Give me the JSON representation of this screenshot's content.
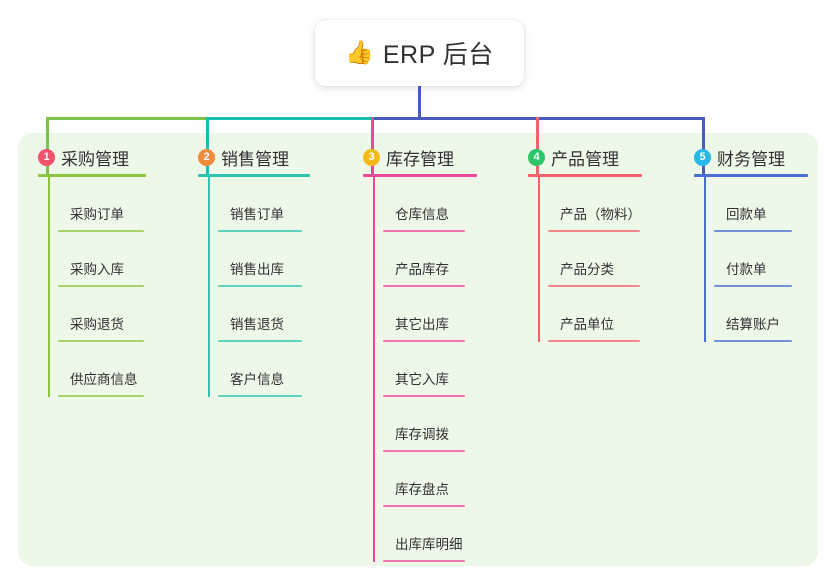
{
  "title": {
    "emoji": "👍",
    "emoji_name": "thumbs-up-icon",
    "text": "ERP 后台"
  },
  "panel": {
    "background": "#eef8e8"
  },
  "connector": {
    "root_color": "#4a5bbf",
    "bus_segments": [
      {
        "color": "#7cc24b"
      },
      {
        "color": "#17bfae"
      },
      {
        "color": "#4a5bbf"
      }
    ]
  },
  "columns": [
    {
      "number": "1",
      "title": "采购管理",
      "badge_color": "#f2526c",
      "line_color": "#8cc63f",
      "drop_color": "#7cc24b",
      "items": [
        {
          "label": "采购订单"
        },
        {
          "label": "采购入库"
        },
        {
          "label": "采购退货"
        },
        {
          "label": "供应商信息"
        }
      ]
    },
    {
      "number": "2",
      "title": "销售管理",
      "badge_color": "#f08a3c",
      "line_color": "#2fc4b2",
      "drop_color": "#17bfae",
      "items": [
        {
          "label": "销售订单"
        },
        {
          "label": "销售出库"
        },
        {
          "label": "销售退货"
        },
        {
          "label": "客户信息"
        }
      ]
    },
    {
      "number": "3",
      "title": "库存管理",
      "badge_color": "#f5b919",
      "line_color": "#ec4899",
      "drop_color": "#ec4899",
      "items": [
        {
          "label": "仓库信息"
        },
        {
          "label": "产品库存"
        },
        {
          "label": "其它出库"
        },
        {
          "label": "其它入库"
        },
        {
          "label": "库存调拨"
        },
        {
          "label": "库存盘点"
        },
        {
          "label": "出库库明细"
        }
      ]
    },
    {
      "number": "4",
      "title": "产品管理",
      "badge_color": "#2ec46a",
      "line_color": "#f4606c",
      "drop_color": "#f4606c",
      "items": [
        {
          "label": "产品（物料）"
        },
        {
          "label": "产品分类"
        },
        {
          "label": "产品单位"
        }
      ]
    },
    {
      "number": "5",
      "title": "财务管理",
      "badge_color": "#29b6e8",
      "line_color": "#4a6fd4",
      "drop_color": "#4a5bbf",
      "items": [
        {
          "label": "回款单"
        },
        {
          "label": "付款单"
        },
        {
          "label": "结算账户"
        }
      ]
    }
  ]
}
